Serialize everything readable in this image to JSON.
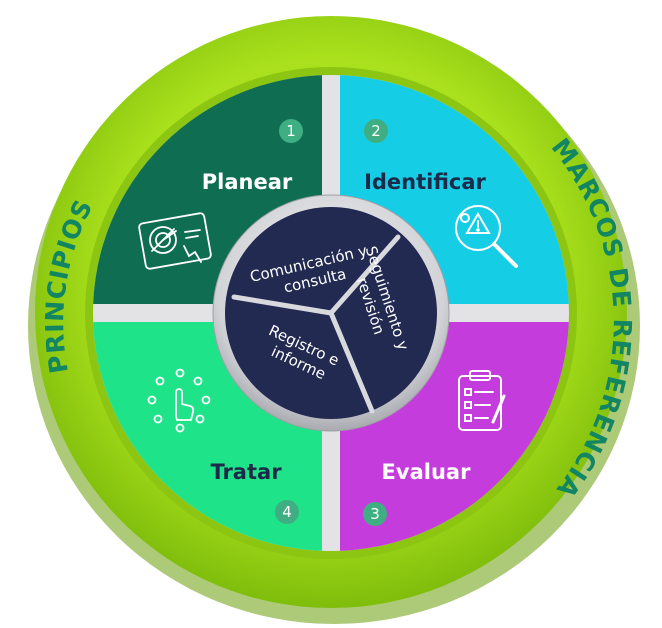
{
  "outer_ring": {
    "left_label": "PRINCIPIOS",
    "right_label": "MARCOS DE REFERENCIA"
  },
  "quadrants": [
    {
      "number": "1",
      "label": "Planear",
      "icon": "radar-chart-icon",
      "color": "#0f6e52"
    },
    {
      "number": "2",
      "label": "Identificar",
      "icon": "risk-search-icon",
      "color": "#16cde6"
    },
    {
      "number": "4",
      "label": "Tratar",
      "icon": "touch-gesture-icon",
      "color": "#1fe389"
    },
    {
      "number": "3",
      "label": "Evaluar",
      "icon": "clipboard-checklist-icon",
      "color": "#c53cdc"
    }
  ],
  "core": {
    "segment_top": [
      "Comunicación y",
      "consulta"
    ],
    "segment_right": [
      "Seguimiento y",
      "revisión"
    ],
    "segment_left": [
      "Registro e",
      "informe"
    ]
  },
  "colors": {
    "ring_green": "#a5df14",
    "ring_text": "#128563",
    "core_navy": "#232a52",
    "number_badge": "#3fae82"
  }
}
